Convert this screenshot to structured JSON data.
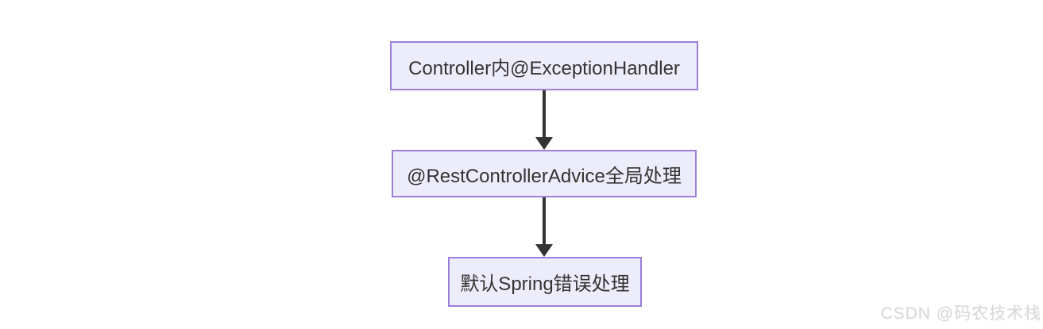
{
  "diagram": {
    "type": "flowchart",
    "direction": "top-to-bottom",
    "nodes": [
      {
        "id": "node-1",
        "label": "Controller内@ExceptionHandler"
      },
      {
        "id": "node-2",
        "label": "@RestControllerAdvice全局处理"
      },
      {
        "id": "node-3",
        "label": "默认Spring错误处理"
      }
    ],
    "edges": [
      {
        "from": "node-1",
        "to": "node-2",
        "style": "solid-arrow"
      },
      {
        "from": "node-2",
        "to": "node-3",
        "style": "solid-arrow"
      }
    ],
    "colors": {
      "node_fill": "#edecfa",
      "node_border": "#9b7fd9",
      "node_text": "#333333",
      "arrow": "#333333",
      "background": "#ffffff"
    }
  },
  "watermark": {
    "text": "CSDN @码农技术栈",
    "color": "#d9d9d9"
  }
}
